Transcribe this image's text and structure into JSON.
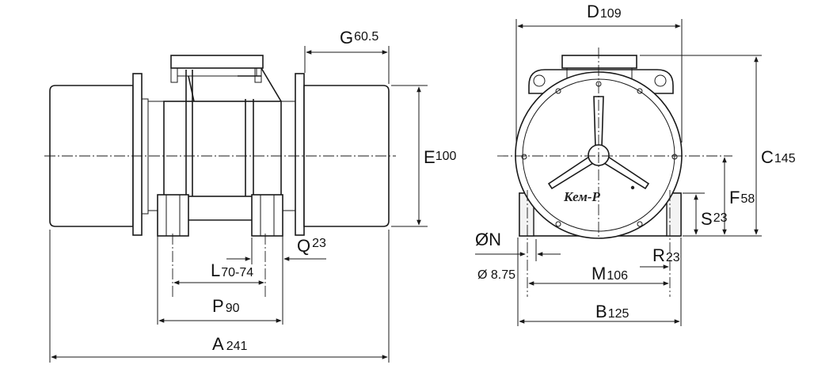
{
  "labels": {
    "A": {
      "letter": "A",
      "value": "241"
    },
    "P": {
      "letter": "P",
      "value": "90"
    },
    "L": {
      "letter": "L",
      "value": "70-74"
    },
    "Q": {
      "letter": "Q",
      "value": "23"
    },
    "G": {
      "letter": "G",
      "value": "60.5"
    },
    "E": {
      "letter": "E",
      "value": "100"
    },
    "D": {
      "letter": "D",
      "value": "109"
    },
    "C": {
      "letter": "C",
      "value": "145"
    },
    "F": {
      "letter": "F",
      "value": "58"
    },
    "S": {
      "letter": "S",
      "value": "23"
    },
    "R": {
      "letter": "R",
      "value": "23"
    },
    "M": {
      "letter": "M",
      "value": "106"
    },
    "B": {
      "letter": "B",
      "value": "125"
    },
    "N": {
      "letter": "ØN",
      "value": "Ø 8.75"
    }
  },
  "logo": "Кем-Р",
  "colors": {
    "line": "#1a1a1a",
    "background": "#ffffff"
  }
}
